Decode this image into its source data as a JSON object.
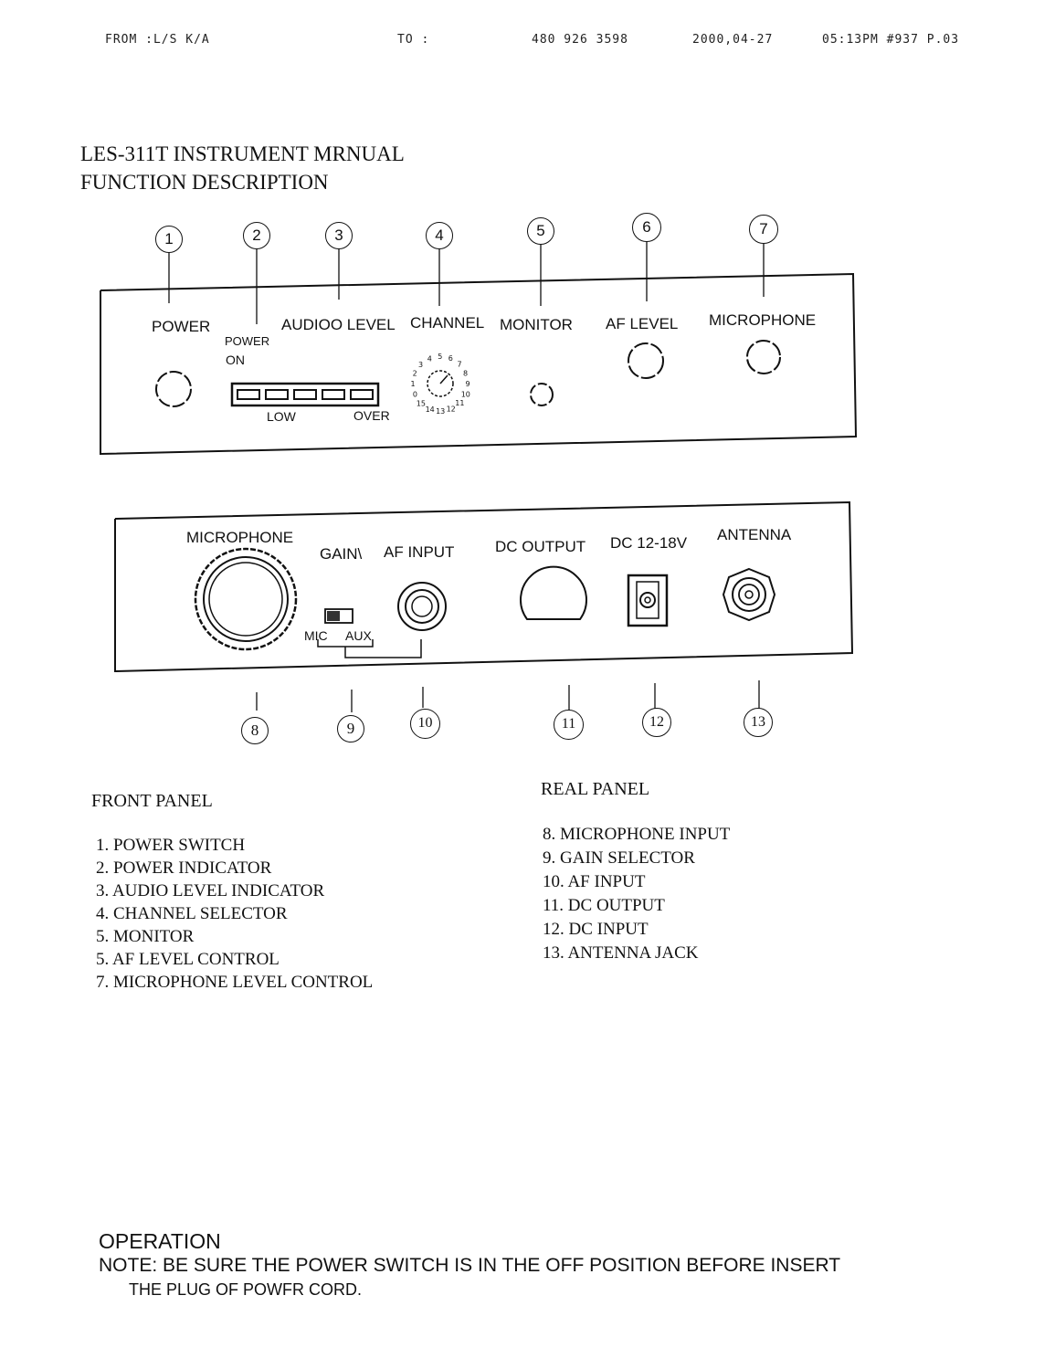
{
  "fax_header": {
    "from": "FROM :L/S  K/A",
    "to": "TO   :",
    "phone": "480 926 3598",
    "date": "2000,04-27",
    "time_page": "05:13PM #937 P.03"
  },
  "title": {
    "line1": "LES-311T INSTRUMENT MRNUAL",
    "line2": "FUNCTION DESCRIPTION"
  },
  "front_panel_diagram": {
    "callouts": [
      "1",
      "2",
      "3",
      "4",
      "5",
      "6",
      "7"
    ],
    "labels": {
      "power": "POWER",
      "power_on": "POWER",
      "on": "ON",
      "audio_level": "AUDIOO LEVEL",
      "channel": "CHANNEL",
      "monitor": "MONITOR",
      "af_level": "AF LEVEL",
      "microphone": "MICROPHONE",
      "low": "LOW",
      "over": "OVER"
    },
    "channel_digits": [
      "4",
      "5",
      "6",
      "7",
      "8",
      "9",
      "10",
      "11",
      "12",
      "13",
      "14",
      "15",
      "0",
      "1",
      "2",
      "3"
    ]
  },
  "rear_panel_diagram": {
    "callouts": [
      "8",
      "9",
      "10",
      "11",
      "12",
      "13"
    ],
    "labels": {
      "microphone": "MICROPHONE",
      "gain": "GAIN\\",
      "af_input": "AF INPUT",
      "dc_output": "DC OUTPUT",
      "dc_input": "DC 12-18V",
      "antenna": "ANTENNA",
      "mic": "MIC",
      "aux": "AUX"
    }
  },
  "front_panel_list": {
    "heading": "FRONT PANEL",
    "items": [
      "1. POWER SWITCH",
      "2. POWER INDICATOR",
      "3. AUDIO LEVEL INDICATOR",
      "4. CHANNEL SELECTOR",
      "5. MONITOR",
      "5. AF LEVEL CONTROL",
      "7. MICROPHONE LEVEL CONTROL"
    ]
  },
  "rear_panel_list": {
    "heading": "REAL PANEL",
    "items": [
      "8.  MICROPHONE INPUT",
      "9.  GAIN SELECTOR",
      "10. AF INPUT",
      "11. DC OUTPUT",
      "12. DC INPUT",
      "13. ANTENNA JACK"
    ]
  },
  "operation": {
    "heading": "OPERATION",
    "note_line1": "NOTE: BE SURE THE POWER SWITCH IS IN THE OFF POSITION BEFORE INSERT",
    "note_line2": "THE PLUG OF POWFR CORD."
  }
}
